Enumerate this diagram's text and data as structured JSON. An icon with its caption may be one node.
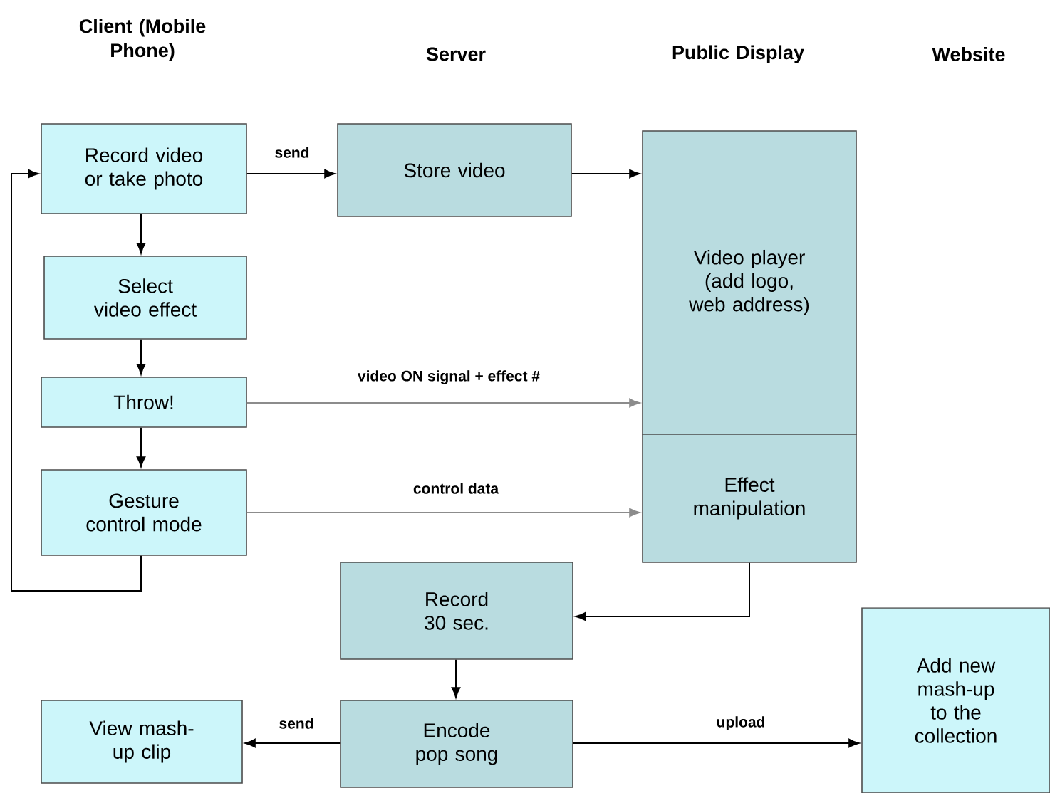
{
  "diagram": {
    "nodes": [
      {
        "text": [
          "Record video or take photo"
        ]
      },
      {
        "text": [
          "Store video"
        ]
      },
      {
        "text": [
          "Video player (add logo, web address)"
        ]
      },
      {
        "text": [
          "Select video effect"
        ]
      },
      {
        "text": [
          "Throw!"
        ]
      },
      {
        "text": [
          "Effect manipulation"
        ]
      },
      {
        "text": [
          "Gesture control mode"
        ]
      },
      {
        "text": [
          "Record 30 sec."
        ]
      },
      {
        "text": [
          "View mash-up clip"
        ]
      },
      {
        "text": [
          "Encode pop song"
        ]
      },
      {
        "text": [
          "Add new mash-up to the collection"
        ]
      }
    ],
    "edges": [
      {
        "from": 0,
        "to": 1,
        "arrow": "to",
        "label": "send"
      },
      {
        "from": 1,
        "to": 2,
        "arrow": "to"
      },
      {
        "from": 0,
        "to": 3,
        "arrow": "to"
      },
      {
        "from": 3,
        "to": 4,
        "arrow": "to"
      },
      {
        "from": 4,
        "to": 2,
        "arrow": "to",
        "label": "video ON signal + effect #",
        "color": "#8c8c8c"
      },
      {
        "from": 4,
        "to": 6,
        "arrow": "to"
      },
      {
        "from": 6,
        "to": 5,
        "arrow": "to",
        "label": "control data",
        "color": "#8c8c8c"
      },
      {
        "from": 6,
        "to": 0,
        "arrow": "to"
      },
      {
        "from": 5,
        "to": 7,
        "arrow": "to"
      },
      {
        "from": 7,
        "to": 9,
        "arrow": "to"
      },
      {
        "from": 9,
        "to": 8,
        "arrow": "to",
        "label": "send"
      },
      {
        "from": 9,
        "to": 10,
        "arrow": "to",
        "label": "upload"
      }
    ],
    "labels": [
      "Client (Mobile Phone)",
      "Server",
      "Public Display",
      "Website"
    ]
  }
}
